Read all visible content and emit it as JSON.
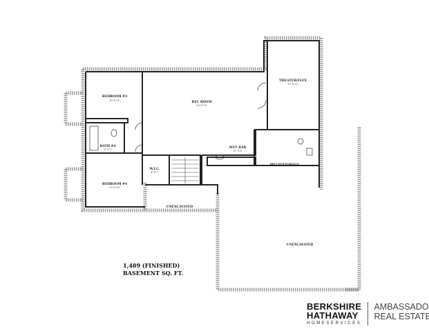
{
  "rooms": {
    "bedroom3": {
      "name": "BEDROOM #3",
      "dims": "13' X 11'"
    },
    "rec_room": {
      "name": "REC ROOM",
      "dims": "29' X 19'"
    },
    "theater": {
      "name": "THEATER/FLEX",
      "dims": "13' X 23'"
    },
    "bath4": {
      "name": "BATH #4",
      "dims": "8' X 5'"
    },
    "wet_bar": {
      "name": "WET BAR",
      "dims": "11' X 8'"
    },
    "wic": {
      "name": "W.I.C.",
      "dims": "4' X 7'"
    },
    "bedroom4": {
      "name": "BEDROOM #4",
      "dims": "13' X 10'"
    },
    "mech": {
      "name": "MECH/STORAGE"
    },
    "unexcavated_small": {
      "name": "UNEXCAVATED"
    },
    "unexcavated_large": {
      "name": "UNEXCAVATED"
    }
  },
  "area": {
    "line1": "1,489 (FINISHED)",
    "line2": "BASEMENT SQ. FT."
  },
  "logo": {
    "brand1": "BERKSHIRE",
    "brand2": "HATHAWAY",
    "brand3": "HOMESERVICES",
    "agency1": "AMBASSADOR",
    "agency2": "REAL ESTATE"
  },
  "colors": {
    "wall": "#222222",
    "foundation": "#888888"
  }
}
